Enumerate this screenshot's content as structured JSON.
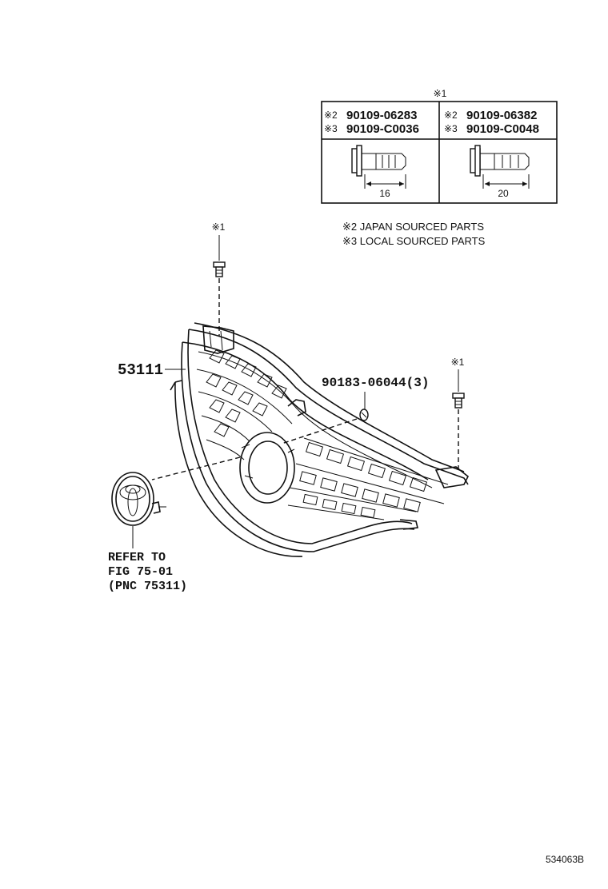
{
  "diagram_id": "534063B",
  "fastener_table": {
    "header_mark": "※1",
    "columns": [
      {
        "row1_mark": "※2",
        "row1_part": "90109-06283",
        "row2_mark": "※3",
        "row2_part": "90109-C0036",
        "length": "16"
      },
      {
        "row1_mark": "※2",
        "row1_part": "90109-06382",
        "row2_mark": "※3",
        "row2_part": "90109-C0048",
        "length": "20"
      }
    ]
  },
  "notes": [
    "※2 JAPAN SOURCED PARTS",
    "※3 LOCAL SOURCED PARTS"
  ],
  "callouts": {
    "bolt_left_mark": "※1",
    "bolt_right_mark": "※1",
    "grille_part": "53111",
    "clip_part": "90183-06044(3)",
    "emblem_ref_line1": "REFER TO",
    "emblem_ref_line2": "FIG 75-01",
    "emblem_ref_line3": "(PNC 75311)"
  }
}
